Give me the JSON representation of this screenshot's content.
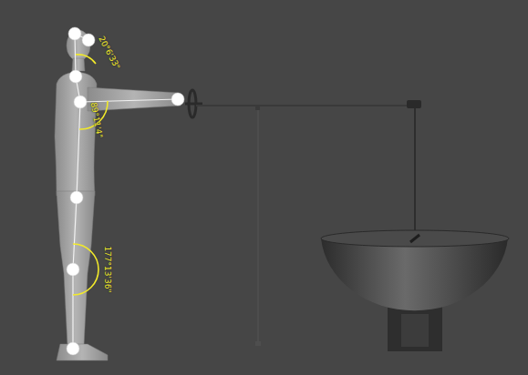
{
  "diagram": {
    "labels": [
      "20°6'33\"",
      "89°11'4\"",
      "177°13'36\""
    ]
  }
}
